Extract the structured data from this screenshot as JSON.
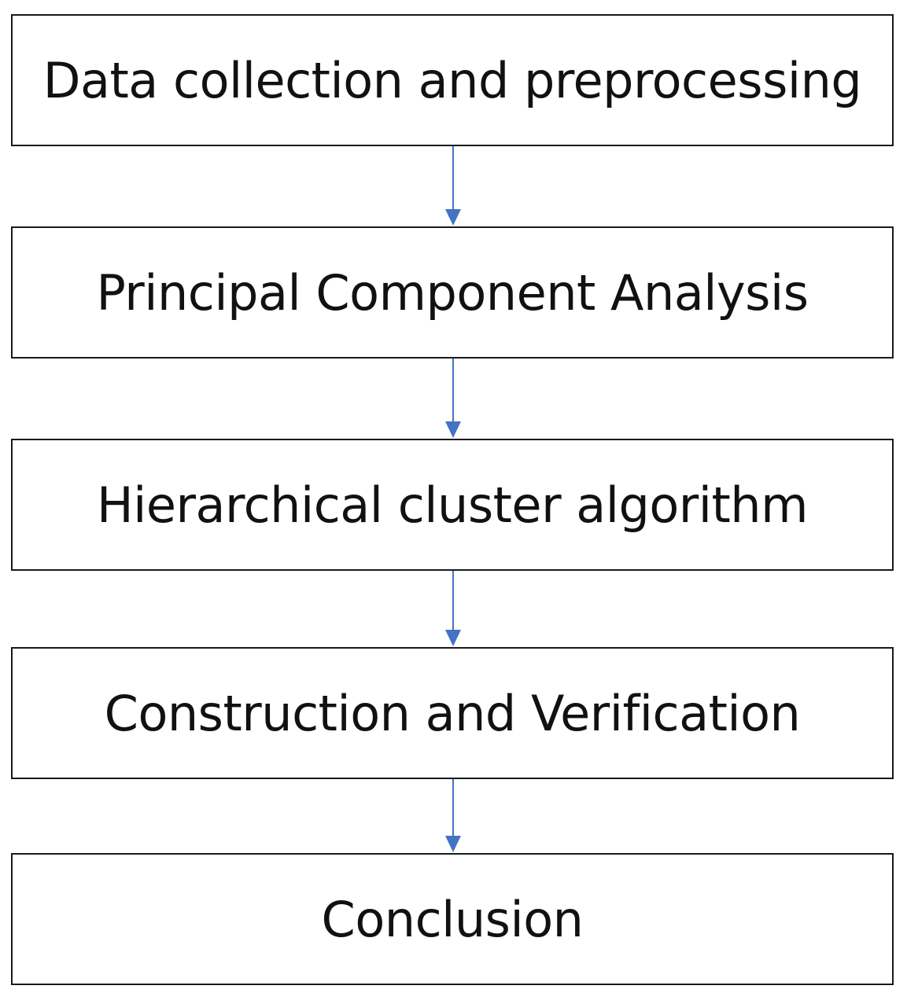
{
  "flowchart": {
    "steps": [
      {
        "label": "Data collection and preprocessing"
      },
      {
        "label": "Principal Component Analysis"
      },
      {
        "label": "Hierarchical cluster algorithm"
      },
      {
        "label": "Construction and Verification"
      },
      {
        "label": "Conclusion"
      }
    ],
    "connector_color": "#4472c4",
    "box_border_color": "#1a1a1a"
  }
}
